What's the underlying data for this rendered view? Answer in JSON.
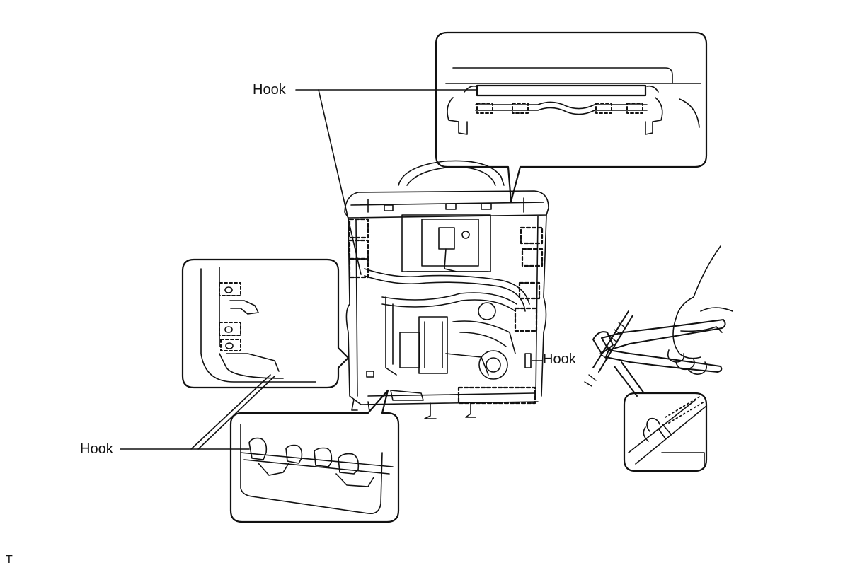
{
  "labels": {
    "hook_top": "Hook",
    "hook_right": "Hook",
    "hook_left": "Hook",
    "corner_mark": "T"
  },
  "colors": {
    "ink": "#111111",
    "background": "#ffffff"
  }
}
